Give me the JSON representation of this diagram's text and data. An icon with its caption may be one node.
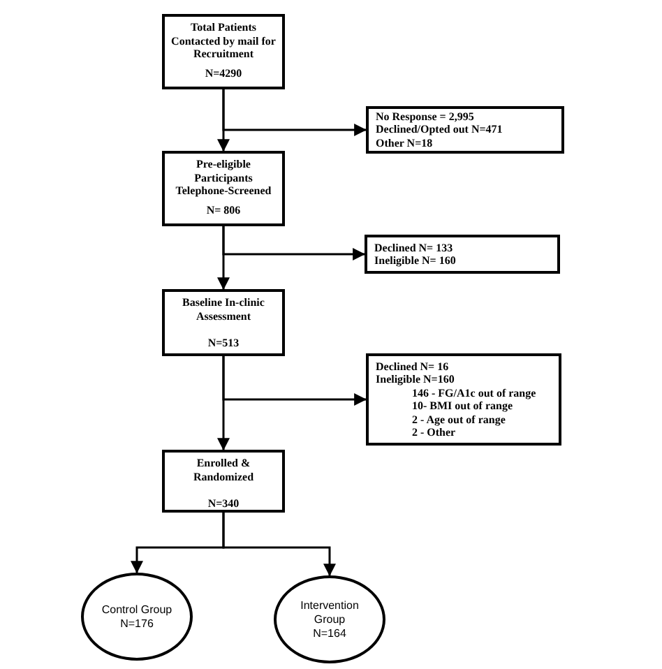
{
  "diagram": {
    "nodes": [
      {
        "text": [
          "Total Patients Contacted by mail for Recruitment",
          "N=4290"
        ]
      },
      {
        "text": [
          "No Response = 2,995",
          "Declined/Opted out N=471",
          "Other N=18"
        ]
      },
      {
        "text": [
          "Pre-eligible Participants Telephone-Screened",
          "N= 806"
        ]
      },
      {
        "text": [
          "Declined N= 133",
          "Ineligible N= 160"
        ]
      },
      {
        "text": [
          "Baseline In-clinic Assessment",
          "N=513"
        ]
      },
      {
        "text": [
          "Declined N= 16",
          "Ineligible N=160",
          "146 - FG/A1c out of range",
          "10- BMI out of range",
          "2 - Age out of range",
          "2 - Other"
        ]
      },
      {
        "text": [
          "Enrolled & Randomized",
          "N=340"
        ]
      },
      {
        "text": [
          "Control Group",
          "N=176"
        ]
      },
      {
        "text": [
          "Intervention Group",
          "N=164"
        ]
      }
    ],
    "edges": [
      {
        "from": 0,
        "to": 2,
        "arrow": "to"
      },
      {
        "from": 0,
        "to": 1,
        "arrow": "to"
      },
      {
        "from": 2,
        "to": 4,
        "arrow": "to"
      },
      {
        "from": 2,
        "to": 3,
        "arrow": "to"
      },
      {
        "from": 4,
        "to": 6,
        "arrow": "to"
      },
      {
        "from": 4,
        "to": 5,
        "arrow": "to"
      },
      {
        "from": 6,
        "to": 7,
        "arrow": "to"
      },
      {
        "from": 6,
        "to": 8,
        "arrow": "to"
      }
    ]
  }
}
